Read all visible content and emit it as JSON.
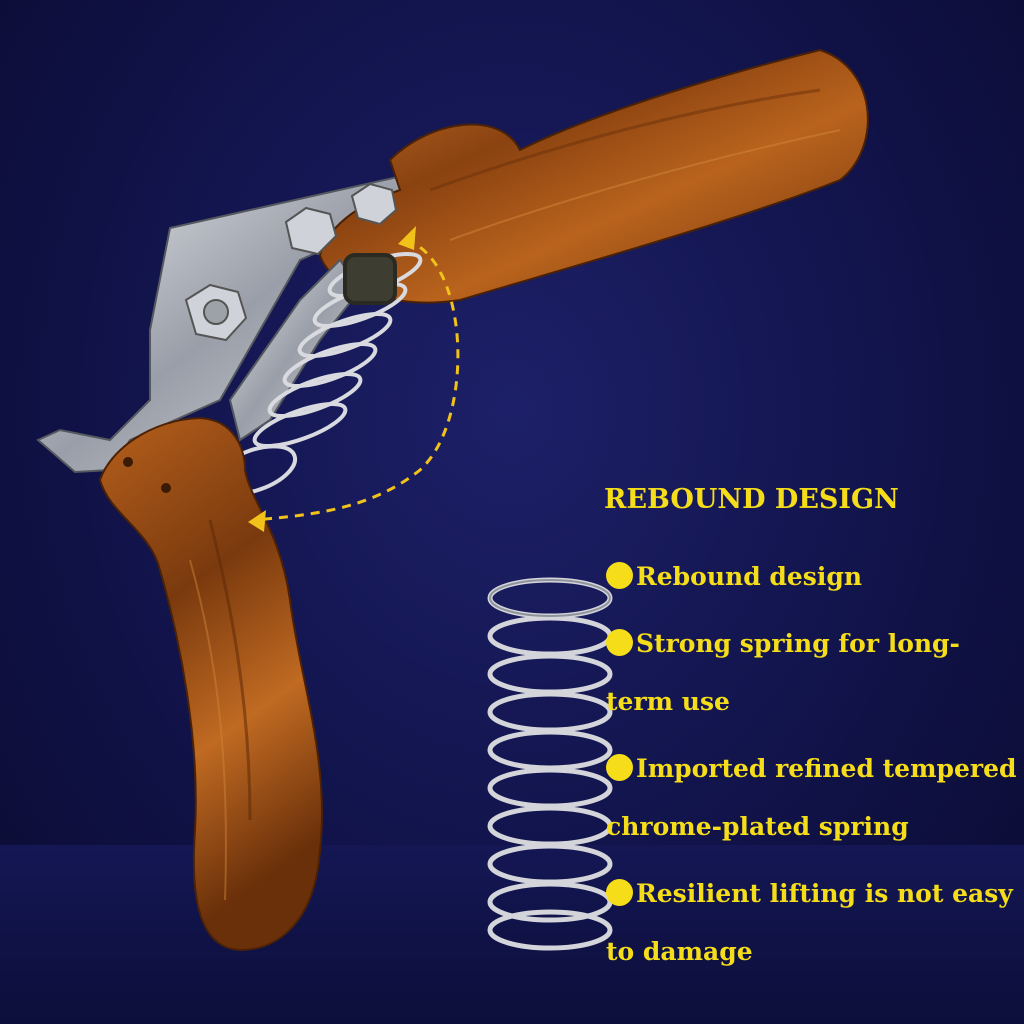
{
  "heading": "REBOUND DESIGN",
  "features": [
    "Rebound design",
    "Strong spring for long-term use",
    "Imported refined tempered chrome-plated spring",
    "Resilient lifting is not easy to damage"
  ],
  "colors": {
    "background": "#11134a",
    "text_accent": "#f5dd1a",
    "wood": "#a5561a",
    "steel": "#c9ccd4"
  }
}
